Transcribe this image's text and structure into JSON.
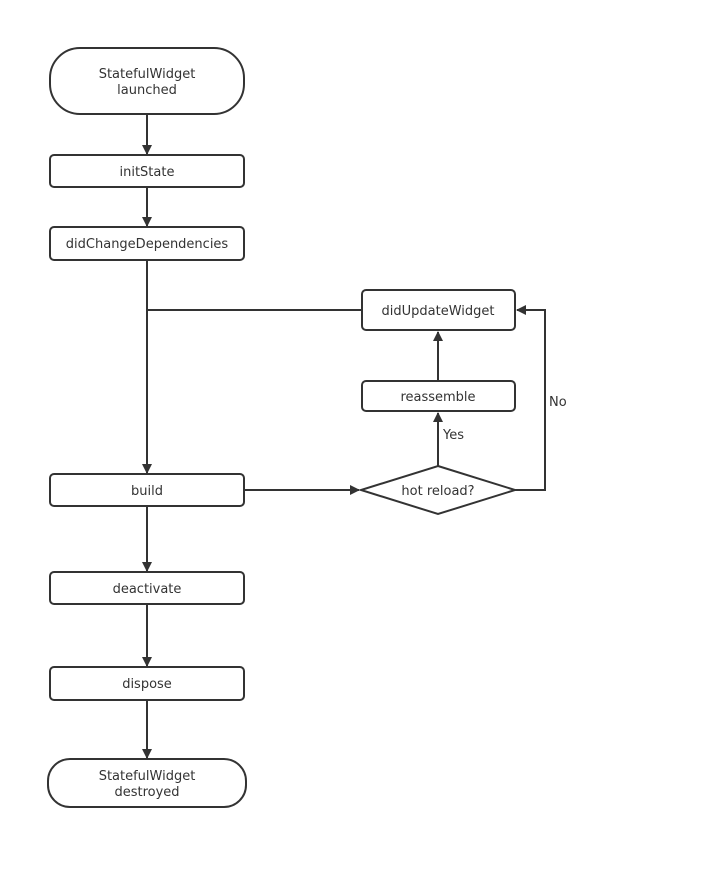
{
  "diagram": {
    "colors": {
      "stroke": "#333333",
      "fill": "#ffffff",
      "text": "#333333"
    },
    "nodes": {
      "start": {
        "lines": [
          "StatefulWidget",
          "launched"
        ],
        "shape": "terminal"
      },
      "init_state": {
        "label": "initState",
        "shape": "process"
      },
      "did_change_dependencies": {
        "label": "didChangeDependencies",
        "shape": "process"
      },
      "did_update_widget": {
        "label": "didUpdateWidget",
        "shape": "process"
      },
      "reassemble": {
        "label": "reassemble",
        "shape": "process"
      },
      "build": {
        "label": "build",
        "shape": "process"
      },
      "hot_reload": {
        "label": "hot reload?",
        "shape": "decision"
      },
      "deactivate": {
        "label": "deactivate",
        "shape": "process"
      },
      "dispose": {
        "label": "dispose",
        "shape": "process"
      },
      "end": {
        "lines": [
          "StatefulWidget",
          "destroyed"
        ],
        "shape": "terminal"
      }
    },
    "edge_labels": {
      "yes": "Yes",
      "no": "No"
    }
  }
}
